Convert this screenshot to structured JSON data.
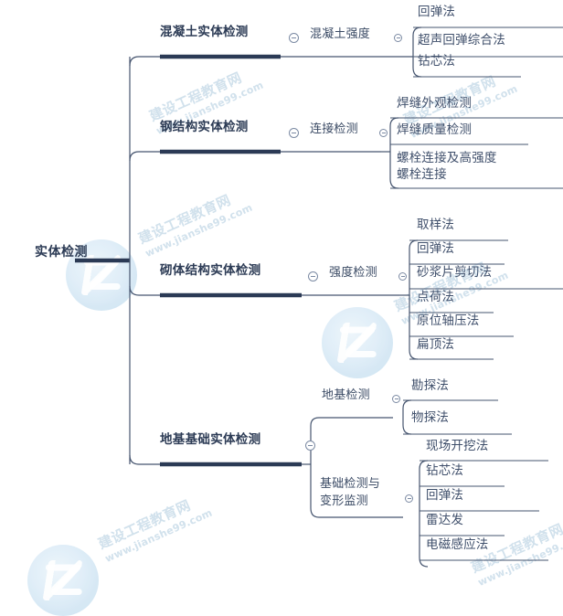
{
  "diagram": {
    "title": "实体检测",
    "type": "mindmap",
    "orientation": "left-to-right",
    "colors": {
      "node_text": "#2c3b55",
      "leaf_text": "#3f4f6b",
      "connector": "#46556f",
      "underline_thick": "#2b3a55",
      "underline_thin": "#46556f",
      "toggle_stroke": "#7b8aa3",
      "watermark": "#cfe0ec",
      "background": "#ffffff"
    }
  },
  "root": {
    "label": "实体检测",
    "toggle": "collapse-minus"
  },
  "branches": [
    {
      "id": "concrete",
      "label": "混凝土实体检测",
      "toggle": "collapse-minus",
      "groups": [
        {
          "label": "混凝土强度",
          "toggle": "collapse-minus",
          "leaves": [
            "回弹法",
            "超声回弹综合法",
            "钻芯法"
          ]
        }
      ]
    },
    {
      "id": "steel",
      "label": "钢结构实体检测",
      "toggle": "collapse-minus",
      "groups": [
        {
          "label": "连接检测",
          "toggle": "collapse-minus",
          "leaves": [
            "焊缝外观检测",
            "焊缝质量检测",
            "螺栓连接及高强度螺栓连接"
          ]
        }
      ]
    },
    {
      "id": "masonry",
      "label": "砌体结构实体检测",
      "toggle": "collapse-minus",
      "groups": [
        {
          "label": "强度检测",
          "toggle": "collapse-minus",
          "leaves": [
            "取样法",
            "回弹法",
            "砂浆片剪切法",
            "点荷法",
            "原位轴压法",
            "扁顶法"
          ]
        }
      ]
    },
    {
      "id": "foundation",
      "label": "地基基础实体检测",
      "toggle": "collapse-minus",
      "groups": [
        {
          "label": "地基检测",
          "toggle": "collapse-minus",
          "leaves": [
            "勘探法",
            "物探法"
          ]
        },
        {
          "label": "基础检测与变形监测",
          "toggle": "collapse-minus",
          "leaves": [
            "现场开挖法",
            "钻芯法",
            "回弹法",
            "雷达发",
            "电磁感应法"
          ]
        }
      ]
    }
  ],
  "watermark": {
    "brand_cn": "建设工程教育网",
    "brand_url": "www.jianshe99.com",
    "logo_name": "z-swoosh-logo"
  }
}
